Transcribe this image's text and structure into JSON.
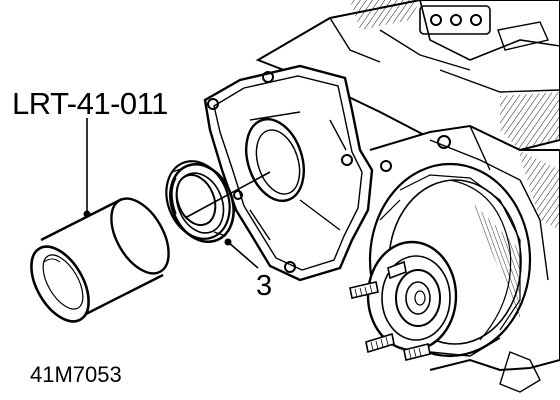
{
  "labels": {
    "tool_number": "LRT-41-011",
    "callout_number": "3",
    "figure_id": "41M7053"
  },
  "parts": {
    "tool": "tool-cylinder",
    "seal": "oil-seal",
    "housing": "transfer-box-housing",
    "flange": "output-flange"
  }
}
